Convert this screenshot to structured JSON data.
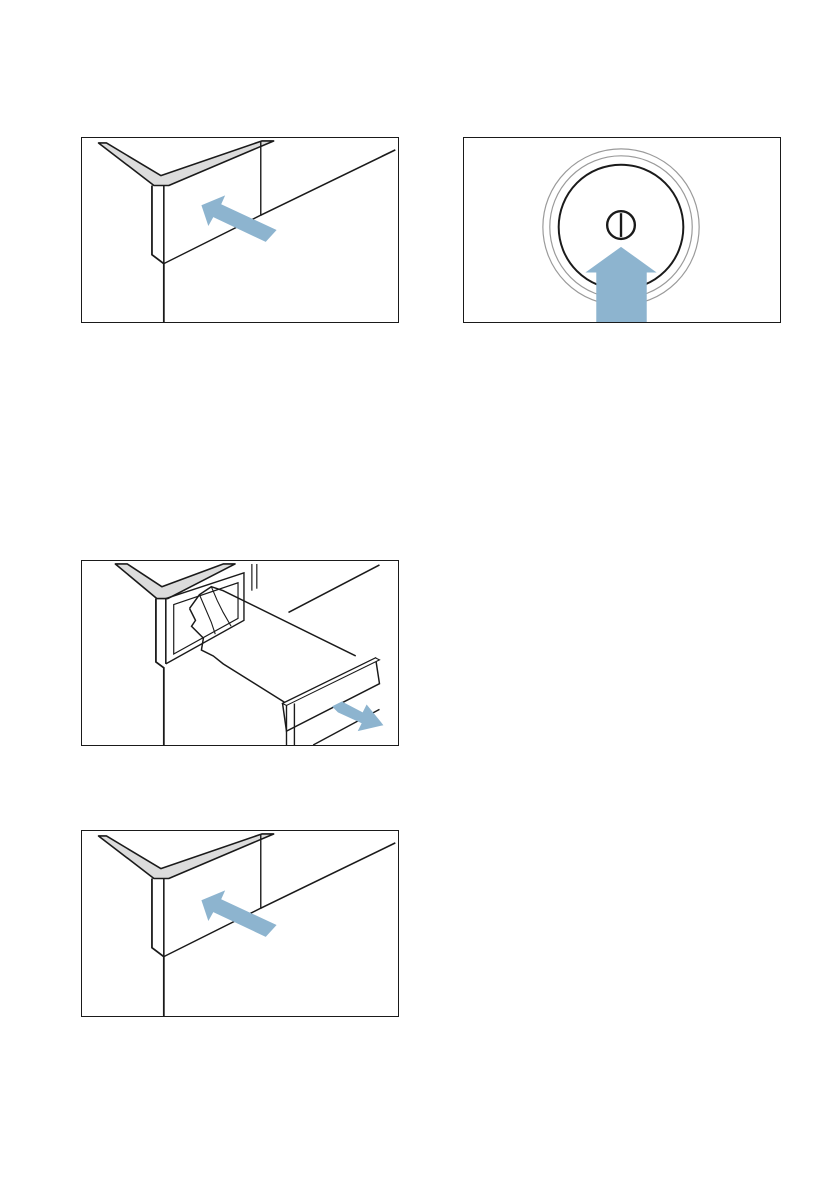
{
  "colors": {
    "arrow": "#8db4cf",
    "line": "#1a1a1a",
    "lid": "#dcdcdc",
    "ring": "#9a9a9a"
  },
  "figures": [
    {
      "id": "close-drawer-top",
      "icon": "push-drawer-closed-icon"
    },
    {
      "id": "power-button",
      "icon": "power-button-press-icon"
    },
    {
      "id": "pull-drawer",
      "icon": "pull-drawer-out-icon"
    },
    {
      "id": "close-drawer-bottom",
      "icon": "push-drawer-closed-icon"
    }
  ]
}
